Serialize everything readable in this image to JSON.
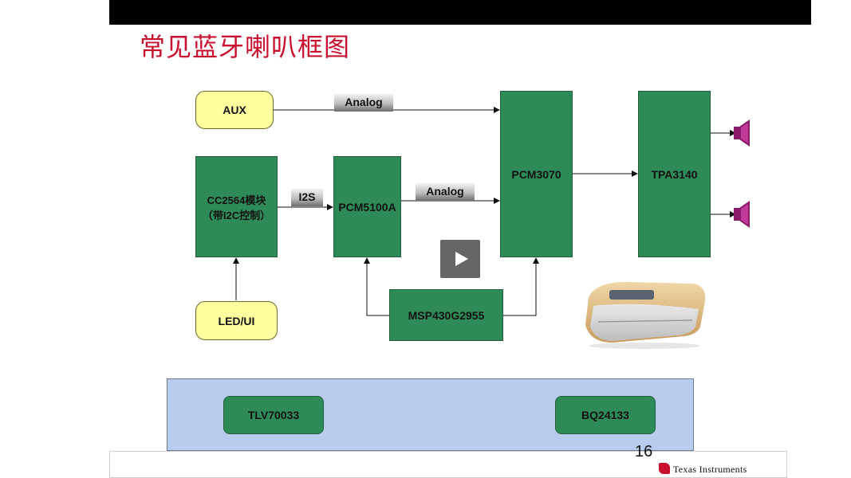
{
  "title": "常见蓝牙喇叭框图",
  "blocks": {
    "aux": "AUX",
    "cc2564_line1": "CC2564模块",
    "cc2564_line2": "（带I2C控制）",
    "led_ui": "LED/UI",
    "pcm5100a": "PCM5100A",
    "msp430": "MSP430G2955",
    "pcm3070": "PCM3070",
    "tpa3140": "TPA3140",
    "tlv70033": "TLV70033",
    "bq24133": "BQ24133"
  },
  "signals": {
    "analog_top": "Analog",
    "analog_mid": "Analog",
    "i2s": "I2S"
  },
  "footer": {
    "page_number": "16",
    "brand": "Texas Instruments"
  },
  "colors": {
    "title": "#c8102e",
    "green_block": "#2e8b57",
    "yellow_block": "#ffffa0",
    "power_panel": "#b8cdee",
    "speaker": "#8b1a6b"
  },
  "icons": {
    "speaker": "speaker-icon",
    "play": "play-icon",
    "brand_logo": "ti-logo-icon"
  }
}
